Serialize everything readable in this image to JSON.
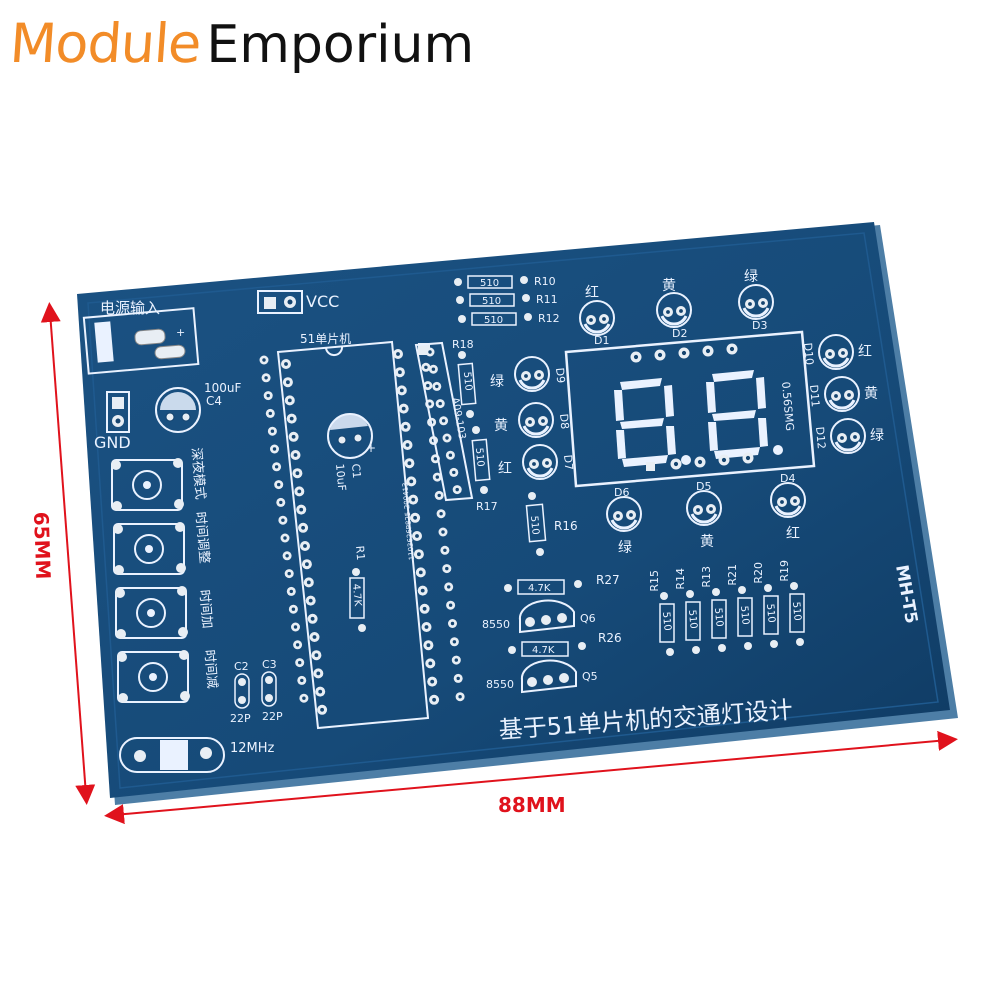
{
  "brand": {
    "word1": "Module",
    "word2": "Emporium"
  },
  "dimensions": {
    "height": "65MM",
    "width": "88MM"
  },
  "board": {
    "model": "MH-T5",
    "title": "基于51单片机的交通灯设计",
    "power_input": "电源输入",
    "vcc": "VCC",
    "gnd": "GND",
    "mcu": "51单片机",
    "cap_c4": "C4",
    "cap_c4_val": "100uF",
    "cap_c1": "C1",
    "cap_c1_val": "10uF",
    "display": "0.56SMG",
    "crystal": "12MHz",
    "c2": "C2",
    "c3": "C3",
    "c2_val": "22P",
    "c3_val": "22P",
    "chip_code": "1103626P825-200413",
    "rpack": "A09-103",
    "btn_labels": [
      "深夜模式",
      "时间调整",
      "时间加",
      "时间减"
    ],
    "resistors_top": [
      {
        "ref": "R10",
        "val": "510"
      },
      {
        "ref": "R11",
        "val": "510"
      },
      {
        "ref": "R12",
        "val": "510"
      }
    ],
    "r18": "R18",
    "r17": "R17",
    "r17_val": "510",
    "r16": "R16",
    "r16_val": "510",
    "r1": "R1",
    "r1_val": "4.7K",
    "r27": "R27",
    "r27_val": "4.7K",
    "r26": "R26",
    "r26_val": "4.7K",
    "q6": "Q6",
    "q5": "Q5",
    "q_type": "8550",
    "resistor_bank": [
      {
        "ref": "R15",
        "val": "510"
      },
      {
        "ref": "R14",
        "val": "510"
      },
      {
        "ref": "R13",
        "val": "510"
      },
      {
        "ref": "R21",
        "val": "510"
      },
      {
        "ref": "R20",
        "val": "510"
      },
      {
        "ref": "R19",
        "val": "510"
      }
    ],
    "leds": {
      "d1": {
        "ref": "D1",
        "color": "红"
      },
      "d2": {
        "ref": "D2",
        "color": "黄"
      },
      "d3": {
        "ref": "D3",
        "color": "绿"
      },
      "d4": {
        "ref": "D4",
        "color": "红"
      },
      "d5": {
        "ref": "D5",
        "color": "黄"
      },
      "d6": {
        "ref": "D6",
        "color": "绿"
      },
      "d7": {
        "ref": "D7",
        "color": "红"
      },
      "d8": {
        "ref": "D8",
        "color": "黄"
      },
      "d9": {
        "ref": "D9",
        "color": "绿"
      },
      "d10": {
        "ref": "D10",
        "color": "红"
      },
      "d11": {
        "ref": "D11",
        "color": "黄"
      },
      "d12": {
        "ref": "D12",
        "color": "绿"
      }
    }
  },
  "colors": {
    "pcb": "#15446f",
    "silk": "#eaf2ff",
    "dimension": "#e0121c",
    "brand_orange": "#f28c28"
  }
}
